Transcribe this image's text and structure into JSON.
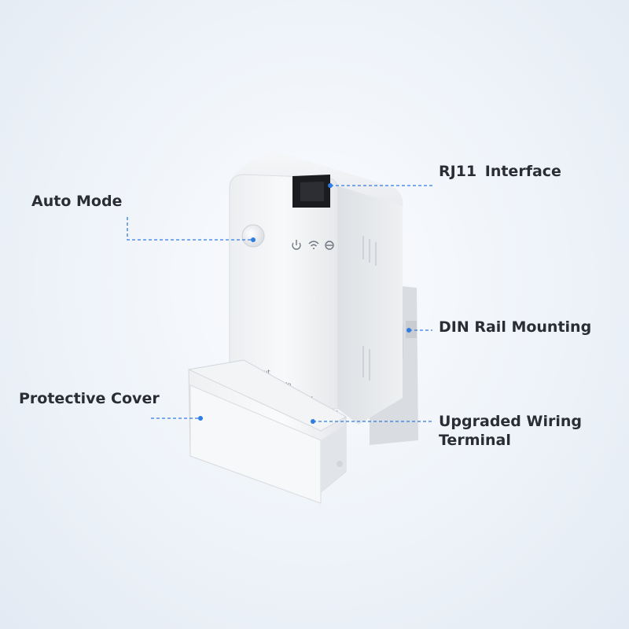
{
  "callouts": {
    "auto_mode": "Auto Mode",
    "rj11": "RJ11  Interface",
    "din_rail": "DIN Rail Mounting",
    "protective_cover": "Protective Cover",
    "wiring_line1": "Upgraded Wiring",
    "wiring_line2": "Terminal"
  },
  "terminals": [
    "L Out",
    "L In",
    "N",
    "N"
  ],
  "colors": {
    "callout_line": "#2f7de1",
    "callout_dot": "#2f7de1",
    "text": "#2a2d33",
    "device_body": "#f4f5f7"
  },
  "icons": [
    "power-icon",
    "wifi-icon",
    "link-icon"
  ]
}
